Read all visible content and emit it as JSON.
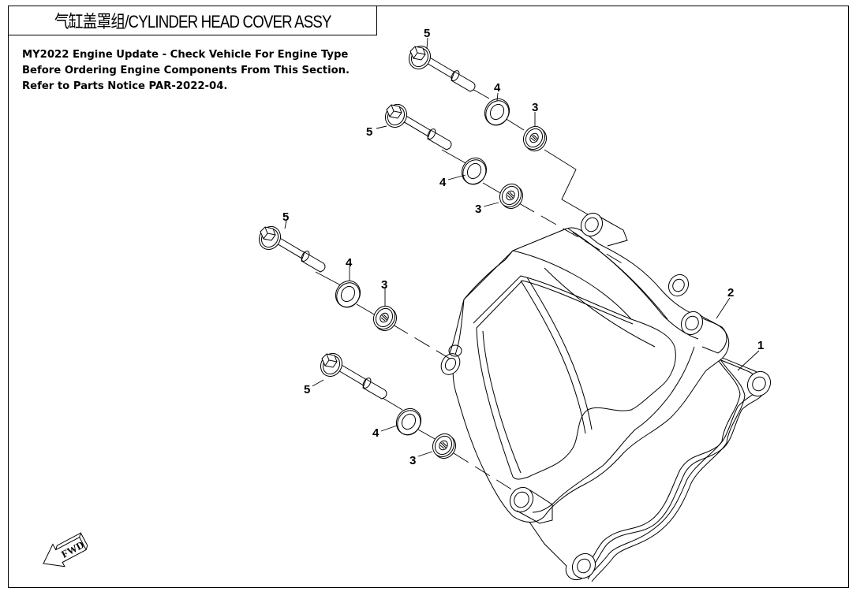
{
  "title": "气缸盖罩组/CYLINDER HEAD COVER ASSY",
  "notice": [
    "MY2022 Engine Update - Check Vehicle For Engine Type",
    "Before Ordering Engine Components From This Section.",
    "Refer to Parts Notice PAR-2022-04."
  ],
  "fwd_label": "FWD",
  "callouts": {
    "c1": "1",
    "c2": "2",
    "c3a": "3",
    "c3b": "3",
    "c3c": "3",
    "c3d": "3",
    "c4a": "4",
    "c4b": "4",
    "c4c": "4",
    "c4d": "4",
    "c5a": "5",
    "c5b": "5",
    "c5c": "5",
    "c5d": "5"
  },
  "parts": [
    {
      "ref": "1",
      "name": "gasket"
    },
    {
      "ref": "2",
      "name": "cylinder-head-cover"
    },
    {
      "ref": "3",
      "name": "grommet"
    },
    {
      "ref": "4",
      "name": "washer"
    },
    {
      "ref": "5",
      "name": "flange-bolt"
    }
  ]
}
